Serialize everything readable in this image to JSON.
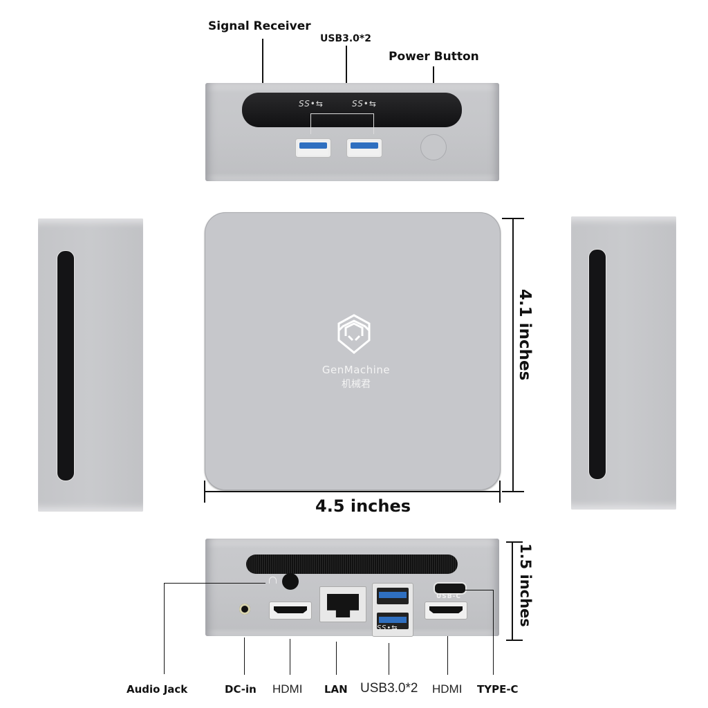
{
  "front": {
    "callouts": {
      "signal_receiver": "Signal Receiver",
      "usb": "USB3.0*2",
      "power_button": "Power Button"
    },
    "usb_logos": [
      "SS•⇆",
      "SS•⇆"
    ]
  },
  "top": {
    "brand": "GenMachine",
    "brand_cn": "机械君",
    "width_label": "4.5 inches",
    "depth_label": "4.1 inches"
  },
  "back": {
    "height_label": "1.5 inches",
    "usb_c_text": "USB-C",
    "usb_logo": "SS•⇆",
    "callouts": [
      {
        "id": "audio",
        "label": "Audio Jack"
      },
      {
        "id": "dcin",
        "label": "DC-in"
      },
      {
        "id": "hdmi1",
        "label": "HDMI"
      },
      {
        "id": "lan",
        "label": "LAN"
      },
      {
        "id": "usb",
        "label": "USB3.0*2"
      },
      {
        "id": "hdmi2",
        "label": "HDMI"
      },
      {
        "id": "typec",
        "label": "TYPE-C"
      }
    ]
  },
  "colors": {
    "aluminum": "#c6c7cb",
    "panel_black": "#141416",
    "usb_blue": "#2f6fc0",
    "text": "#111111"
  }
}
